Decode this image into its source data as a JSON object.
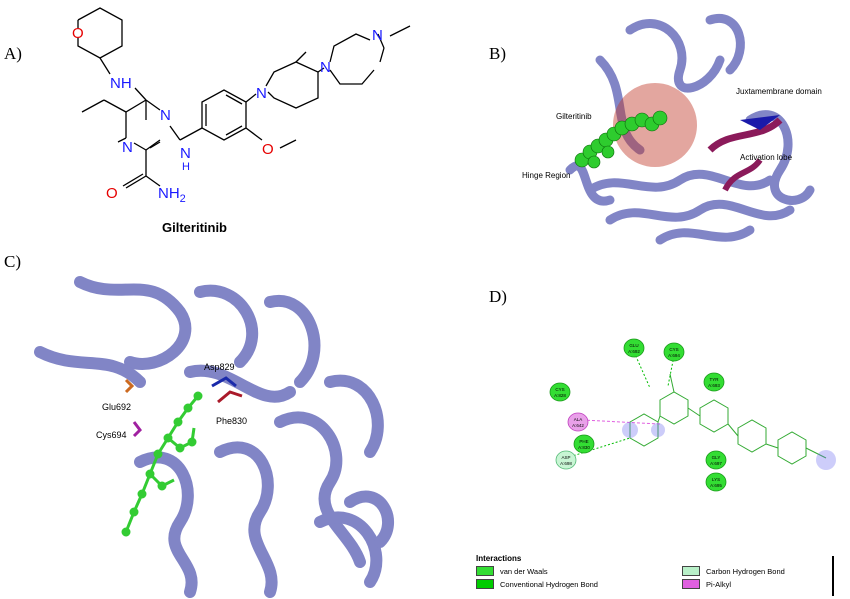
{
  "panels": {
    "a": {
      "letter": "A)"
    },
    "b": {
      "letter": "B)"
    },
    "c": {
      "letter": "C)"
    },
    "d": {
      "letter": "D)"
    }
  },
  "structure": {
    "name": "Gilteritinib",
    "atoms": {
      "O_ring": "O",
      "NH_top": "NH",
      "N_pip1": "N",
      "N_pip2": "N",
      "N_methyl": "N",
      "N_pyr1": "N",
      "N_pyr2": "N",
      "N_pip_ring": "N",
      "NH_link": "N",
      "H_link": "H",
      "O_methoxy": "O",
      "O_amide": "O",
      "NH2": "NH",
      "NH2_sub": "2"
    },
    "colors": {
      "bond": "#000000",
      "nitrogen": "#1a1aff",
      "oxygen": "#e60000"
    }
  },
  "panel_b": {
    "labels": {
      "gilteritinib": "Gilteritinib",
      "hinge": "Hinge Region",
      "juxtamembrane": "Juxtamembrane domain",
      "activation": "Activation lobe"
    },
    "colors": {
      "ribbon": "#7b7fc4",
      "sphere": "#c0392b",
      "ligand": "#2ecc2e",
      "activation": "#8b1a5a",
      "jm": "#1a1aaa"
    }
  },
  "panel_c": {
    "labels": {
      "glu": "Glu692",
      "cys": "Cys694",
      "asp": "Asp829",
      "phe": "Phe830"
    },
    "colors": {
      "ribbon": "#7b7fc4",
      "ligand": "#33cc33"
    }
  },
  "panel_d": {
    "residues": [
      {
        "name": "GLU",
        "id": "A:692",
        "kind": "vdw"
      },
      {
        "name": "CYS",
        "id": "A:694",
        "kind": "vdw"
      },
      {
        "name": "CYS",
        "id": "A:828",
        "kind": "vdw"
      },
      {
        "name": "TYR",
        "id": "A:693",
        "kind": "vdw"
      },
      {
        "name": "ALA",
        "id": "A:642",
        "kind": "pialkyl"
      },
      {
        "name": "PHE",
        "id": "A:830",
        "kind": "vdw"
      },
      {
        "name": "ASP",
        "id": "A:698",
        "kind": "chb"
      },
      {
        "name": "GLY",
        "id": "A:697",
        "kind": "vdw"
      },
      {
        "name": "LYS",
        "id": "A:695",
        "kind": "vdw"
      }
    ],
    "legend": {
      "title": "Interactions",
      "items": [
        {
          "label": "van der Waals",
          "color": "#33dd33"
        },
        {
          "label": "Conventional Hydrogen Bond",
          "color": "#00cc00"
        },
        {
          "label": "Carbon Hydrogen Bond",
          "color": "#b8f0c8"
        },
        {
          "label": "Pi-Alkyl",
          "color": "#e060e0"
        }
      ]
    }
  }
}
